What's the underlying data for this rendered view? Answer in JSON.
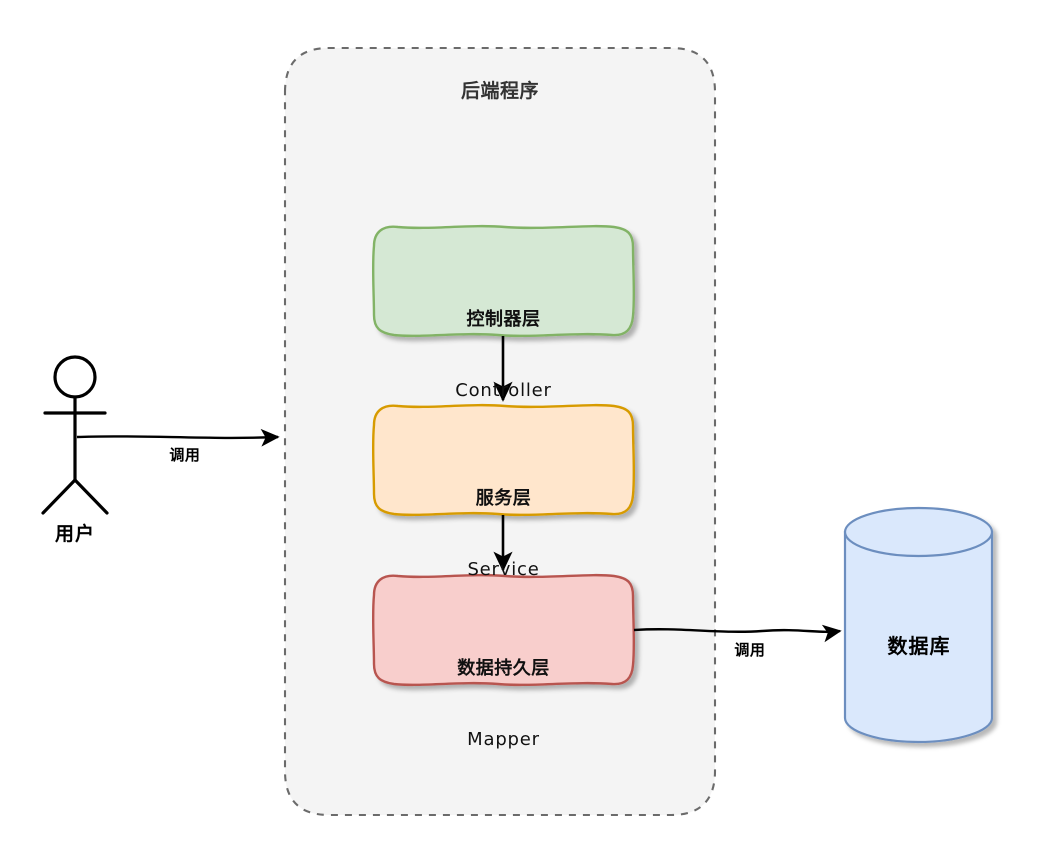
{
  "diagram": {
    "title": "后端程序",
    "background_color": "#ffffff",
    "container": {
      "label": "后端程序",
      "fill": "#f4f4f4",
      "stroke": "#666666",
      "style": "dashed-rounded"
    },
    "actor": {
      "name": "用户",
      "icon": "stick-figure-actor",
      "stroke": "#000000"
    },
    "layers": [
      {
        "id": "controller",
        "cn": "控制器层",
        "en": "Controller",
        "fill": "#d5e8d4",
        "stroke": "#82b366"
      },
      {
        "id": "service",
        "cn": "服务层",
        "en": "Service",
        "fill": "#ffe6cc",
        "stroke": "#d79b00"
      },
      {
        "id": "mapper",
        "cn": "数据持久层",
        "en": "Mapper",
        "fill": "#f8cecc",
        "stroke": "#b85450"
      }
    ],
    "database": {
      "label": "数据库",
      "fill": "#dae8fc",
      "stroke": "#6c8ebf",
      "shape": "cylinder"
    },
    "edges": [
      {
        "id": "user-to-backend",
        "label": "调用",
        "from": "用户",
        "to": "后端程序"
      },
      {
        "id": "controller-to-service",
        "label": "",
        "from": "控制器层",
        "to": "服务层"
      },
      {
        "id": "service-to-mapper",
        "label": "",
        "from": "服务层",
        "to": "数据持久层"
      },
      {
        "id": "mapper-to-database",
        "label": "调用",
        "from": "数据持久层",
        "to": "数据库"
      }
    ]
  }
}
